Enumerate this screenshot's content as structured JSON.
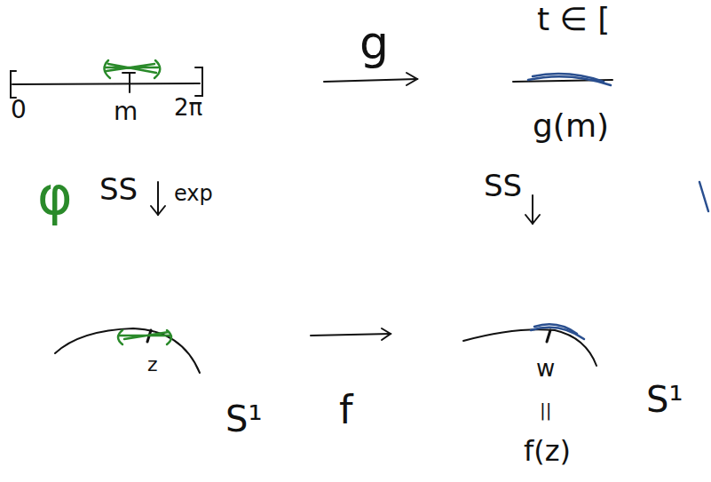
{
  "diagram": {
    "labels": [
      "t ∈ [",
      "0",
      "m",
      "2π",
      "g",
      "g(m)",
      "φ",
      "SS",
      "exp",
      "SS",
      "z",
      "S¹",
      "f",
      "w",
      "||",
      "f(z)",
      "S¹"
    ]
  }
}
